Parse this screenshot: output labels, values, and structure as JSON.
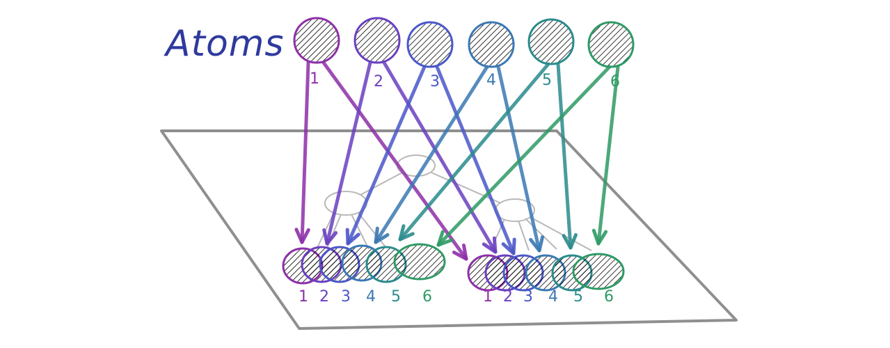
{
  "title": "Atoms",
  "colors": {
    "plane": "#8f8f8f",
    "tree": "#b8b8b8",
    "title": "#2f3a9e"
  },
  "atoms": [
    {
      "label": "1",
      "color": "#8e2fa8"
    },
    {
      "label": "2",
      "color": "#6a3fc0"
    },
    {
      "label": "3",
      "color": "#4a57c9"
    },
    {
      "label": "4",
      "color": "#3a78b3"
    },
    {
      "label": "5",
      "color": "#2a8b8c"
    },
    {
      "label": "6",
      "color": "#2e9a64"
    }
  ],
  "groups": [
    {
      "labels": [
        "1",
        "2",
        "3",
        "4",
        "5",
        "6"
      ]
    },
    {
      "labels": [
        "1",
        "2",
        "3",
        "4",
        "5",
        "6"
      ]
    }
  ]
}
